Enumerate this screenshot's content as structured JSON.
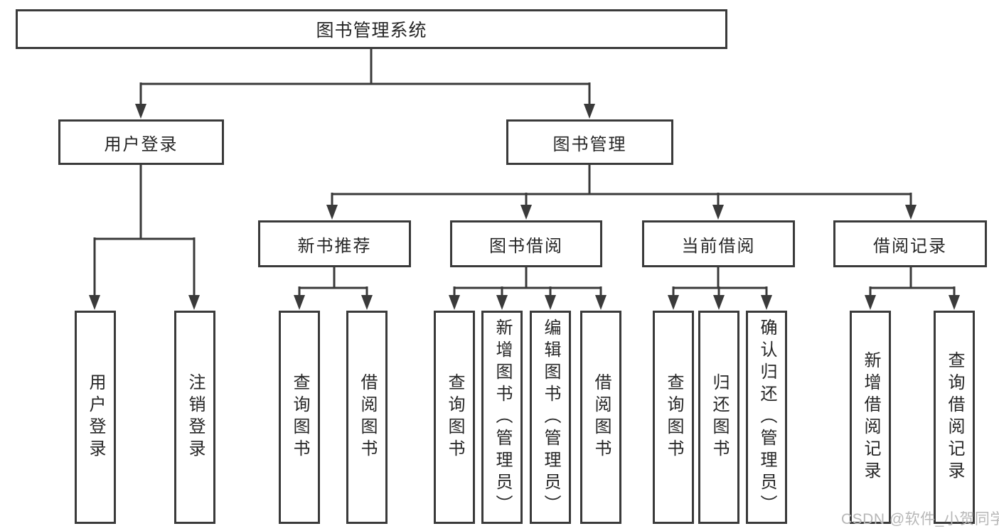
{
  "title": "图书管理系统",
  "watermark": "CSDN @软件_小贺同学",
  "colors": {
    "line": "#3a3a3a",
    "box_border": "#3a3a3a",
    "text": "#262626",
    "background": "#ffffff",
    "watermark_text": "#b7b7b7"
  },
  "level2": [
    {
      "label": "用户登录",
      "children": [
        "用户登录",
        "注销登录"
      ]
    },
    {
      "label": "图书管理"
    }
  ],
  "level3": [
    {
      "label": "新书推荐",
      "children": [
        "查询图书",
        "借阅图书"
      ]
    },
    {
      "label": "图书借阅",
      "children": [
        "查询图书",
        "新增图书（管理员）",
        "编辑图书（管理员）",
        "借阅图书"
      ]
    },
    {
      "label": "当前借阅",
      "children": [
        "查询图书",
        "归还图书",
        "确认归还（管理员）"
      ]
    },
    {
      "label": "借阅记录",
      "children": [
        "新增借阅记录",
        "查询借阅记录"
      ]
    }
  ]
}
